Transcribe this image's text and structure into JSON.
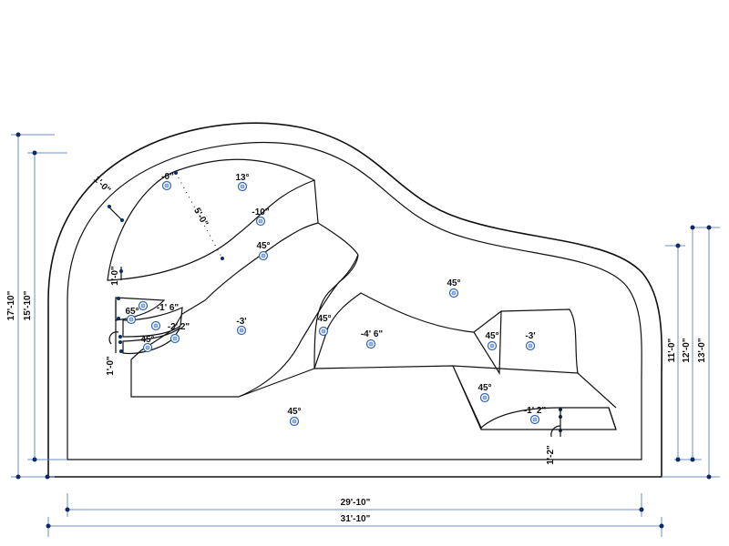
{
  "overall_dimensions": {
    "width_outer": "31'-10\"",
    "width_inner": "29'-10\"",
    "left_height_outer": "17'-10\"",
    "left_height_inner": "15'-10\"",
    "right_height_outer": "13'-0\"",
    "right_height_mid": "12'-0\"",
    "right_height_inner": "11'-0\""
  },
  "annotations": {
    "coping_width": "1'-0\"",
    "ledge_width": "1'-0\"",
    "step_width": "1'-0\"",
    "radius": "5'-0\"",
    "zero_depth": "-0\"",
    "spa_step_depth": "-1' 6\"",
    "spa_step_depth_2": "-2' 2\"",
    "right_step_height": "1'-2\"",
    "right_step_depth": "-1' 2\""
  },
  "slope_labels": {
    "beach_slope": "13°",
    "beach_depth": "-10\"",
    "upper_slope": "45°",
    "bench_angle": "65°",
    "spa_slope": "45°",
    "shallow_depth": "-3'",
    "mid_slope": "45°",
    "deep_depth": "-4' 6\"",
    "right_slope": "45°",
    "right_inner_slope": "45°",
    "right_depth": "-3'",
    "step_slope": "45°",
    "bottom_slope": "45°"
  }
}
